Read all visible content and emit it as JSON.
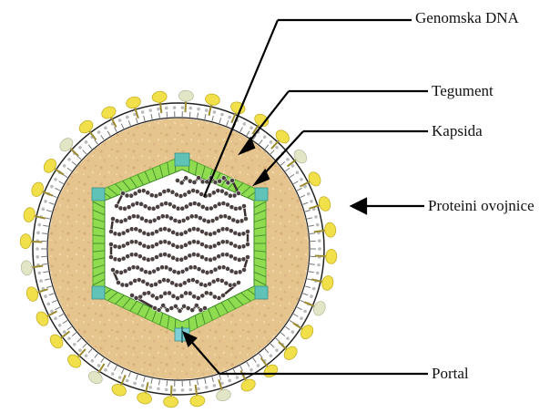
{
  "labels": {
    "genomic_dna": "Genomska DNA",
    "tegument": "Tegument",
    "capsid": "Kapsida",
    "envelope_proteins": "Proteini ovojnice",
    "portal": "Portal"
  },
  "colors": {
    "tegument": "#e6c48e",
    "membrane": "#ffffff",
    "glycoprotein": "#f1e04a",
    "glycoprotein_pale": "#e2e6c6",
    "capsomer": "#8fdc50",
    "vertex": "#5fc3b8",
    "dna_bead": "#4a4040",
    "line": "#000000"
  }
}
